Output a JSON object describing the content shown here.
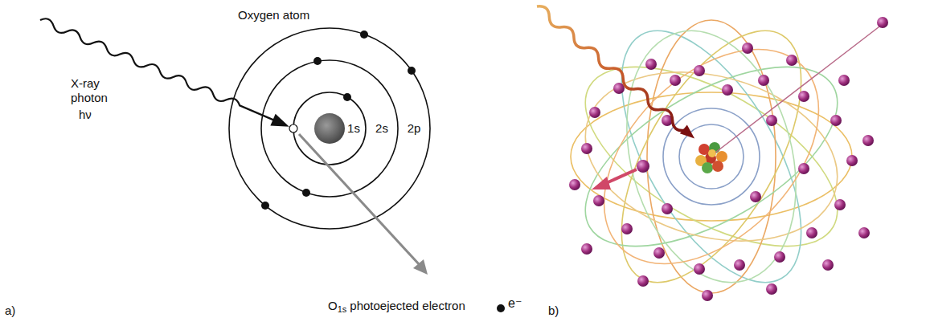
{
  "diagram": {
    "labels": [
      "Oxygen atom",
      "X-ray photon",
      "hν",
      "1s",
      "2s",
      "2p",
      "O",
      "1s",
      "photoejected electron",
      "e⁻",
      "a)",
      "b)"
    ]
  }
}
